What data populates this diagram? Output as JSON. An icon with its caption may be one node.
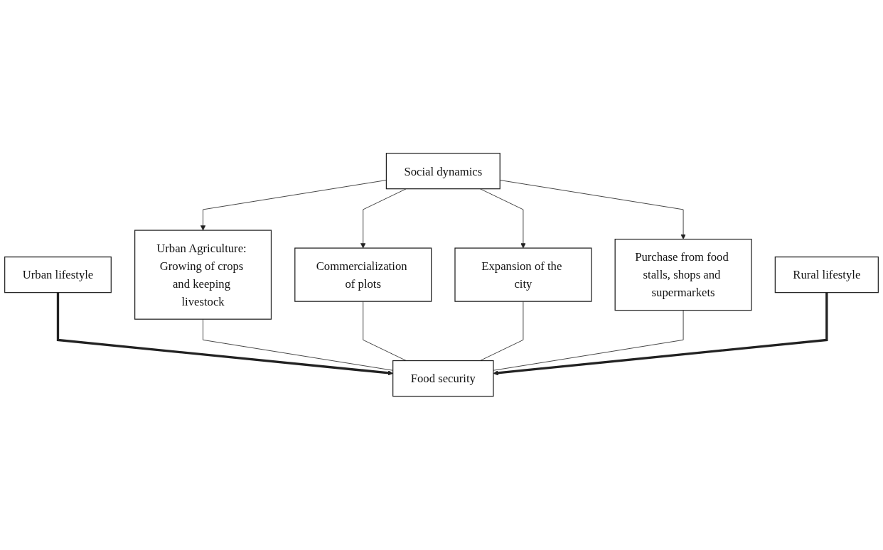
{
  "diagram": {
    "nodes": [
      {
        "text": [
          "Urban lifestyle"
        ]
      },
      {
        "text": [
          "Social dynamics"
        ]
      },
      {
        "text": [
          "Rural lifestyle"
        ]
      },
      {
        "text": [
          "Urban Agriculture: Growing of crops and keeping livestock"
        ]
      },
      {
        "text": [
          "Commercialization of plots"
        ]
      },
      {
        "text": [
          "Expansion of the city"
        ]
      },
      {
        "text": [
          "Purchase from food stalls, shops and supermarkets"
        ]
      },
      {
        "text": [
          "Food security"
        ]
      }
    ],
    "edges": [
      {
        "from": 1,
        "to": 3,
        "arrow": "to"
      },
      {
        "from": 1,
        "to": 4,
        "arrow": "to"
      },
      {
        "from": 1,
        "to": 5,
        "arrow": "to"
      },
      {
        "from": 1,
        "to": 6,
        "arrow": "to"
      },
      {
        "from": 0,
        "to": 7,
        "arrow": "to",
        "style": "thick"
      },
      {
        "from": 3,
        "to": 7,
        "arrow": "none"
      },
      {
        "from": 4,
        "to": 7,
        "arrow": "none"
      },
      {
        "from": 5,
        "to": 7,
        "arrow": "none"
      },
      {
        "from": 6,
        "to": 7,
        "arrow": "none"
      },
      {
        "from": 2,
        "to": 7,
        "arrow": "to",
        "style": "thick"
      }
    ]
  }
}
